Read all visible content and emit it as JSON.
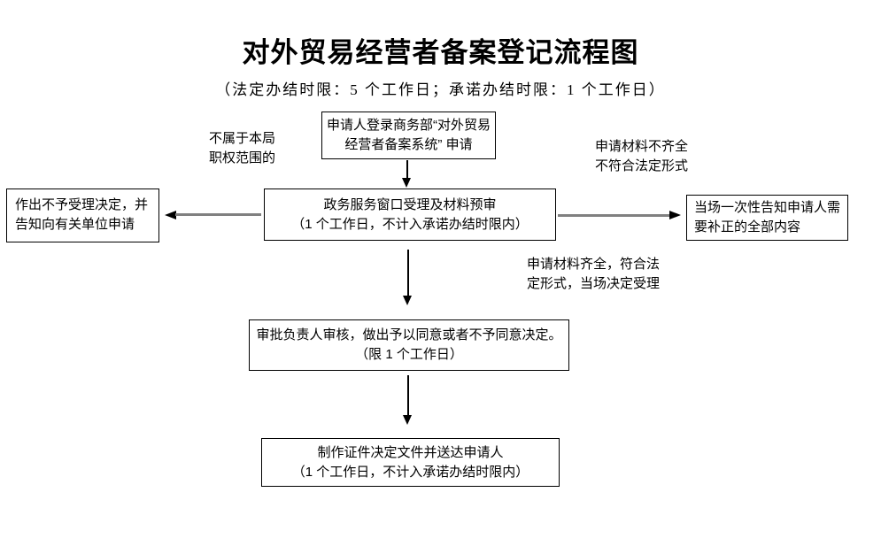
{
  "page": {
    "title": "对外贸易经营者备案登记流程图",
    "subtitle": "（法定办结时限：5 个工作日；承诺办结时限：1 个工作日）"
  },
  "nodes": {
    "start": {
      "line1": "申请人登录商务部“对外贸易",
      "line2": "经营者备案系统” 申请"
    },
    "review": {
      "line1": "政务服务窗口受理及材料预审",
      "line2": "（1 个工作日，不计入承诺办结时限内）"
    },
    "reject": {
      "line1": "作出不予受理决定，并",
      "line2": "告知向有关单位申请"
    },
    "notify": {
      "line1": "当场一次性告知申请人需",
      "line2": "要补正的全部内容"
    },
    "approve": {
      "line1": "审批负责人审核，做出予以同意或者不予同意决定。",
      "line2": "（限 1 个工作日）"
    },
    "deliver": {
      "line1": "制作证件决定文件并送达申请人",
      "line2": "（1 个工作日，不计入承诺办结时限内）"
    }
  },
  "labels": {
    "out_of_scope": {
      "line1": "不属于本局",
      "line2": "职权范围的"
    },
    "incomplete": {
      "line1": "申请材料不齐全",
      "line2": "不符合法定形式"
    },
    "complete": {
      "line1": "申请材料齐全，符合法",
      "line2": "定形式，当场决定受理"
    }
  },
  "colors": {
    "background": "#ffffff",
    "text": "#000000",
    "box_border": "#000000",
    "arrow_shaft_horizontal": "#808080",
    "arrow_shaft_vertical": "#000000",
    "arrowhead": "#000000"
  }
}
